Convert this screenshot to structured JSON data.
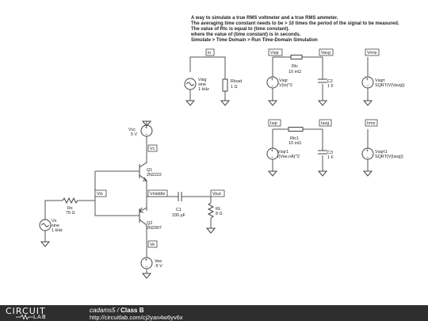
{
  "notes": [
    "A way to simulate a true RMS voltmeter and a true RMS ammeter.",
    "The averaging time constant needs to be > 10 times the period of the signal to be measured.",
    "The value of Rtc is equal to (time constant).",
    "where the value of (time constant) is in seconds.",
    "Simulate > Time Domain > Run Time-Domain Simulation"
  ],
  "net_labels": {
    "in": "in",
    "vsqr": "Vsqr",
    "vavg": "Vavg",
    "vrms": "Vrms",
    "isqr": "Isqr",
    "iavg": "Iavg",
    "irms": "Irms",
    "vc": "Vc",
    "vin": "Vin",
    "vmiddle": "Vmiddle",
    "vout": "Vout",
    "ve": "Ve"
  },
  "components": {
    "vsig": {
      "name": "Vsig",
      "line1": "sine",
      "line2": "1 kHz"
    },
    "rload": {
      "name": "Rload",
      "value": "1 Ω"
    },
    "vsqr": {
      "name": "Vsqr",
      "value": "V(in)^2"
    },
    "rtc": {
      "name": "Rtc",
      "value": "10 mΩ"
    },
    "c2": {
      "name": "C2",
      "value": "1 F"
    },
    "vsqrt": {
      "name": "Vsqrt",
      "value": "SQRT(V(Vavg))"
    },
    "vsqr1": {
      "name": "Vsqr1",
      "value": "I(Vee.nA)^2"
    },
    "rtc1": {
      "name": "Rtc1",
      "value": "10 mΩ"
    },
    "c3": {
      "name": "C3",
      "value": "1 F"
    },
    "vsqrt1": {
      "name": "Vsqrt1",
      "value": "SQRT(V(Iavg))"
    },
    "vcc": {
      "name": "Vcc",
      "value": "5 V"
    },
    "q1": {
      "name": "Q1",
      "value": "2N2222"
    },
    "q2": {
      "name": "Q2",
      "value": "2N2907"
    },
    "rs": {
      "name": "Rs",
      "value": "75 Ω"
    },
    "vs": {
      "name": "Vs",
      "line1": "sine",
      "line2": "1 kHz"
    },
    "c1": {
      "name": "C1",
      "value": "330 µF"
    },
    "rl": {
      "name": "RL",
      "value": "8 Ω"
    },
    "vee": {
      "name": "Vee",
      "value": "-5 V"
    }
  },
  "footer": {
    "logo_top": "CIRCUIT",
    "logo_bottom": "LAB",
    "author": "cadams5",
    "separator": " / ",
    "title": "Class B",
    "url": "http://circuitlab.com/cj2yan4w6yv6x"
  }
}
